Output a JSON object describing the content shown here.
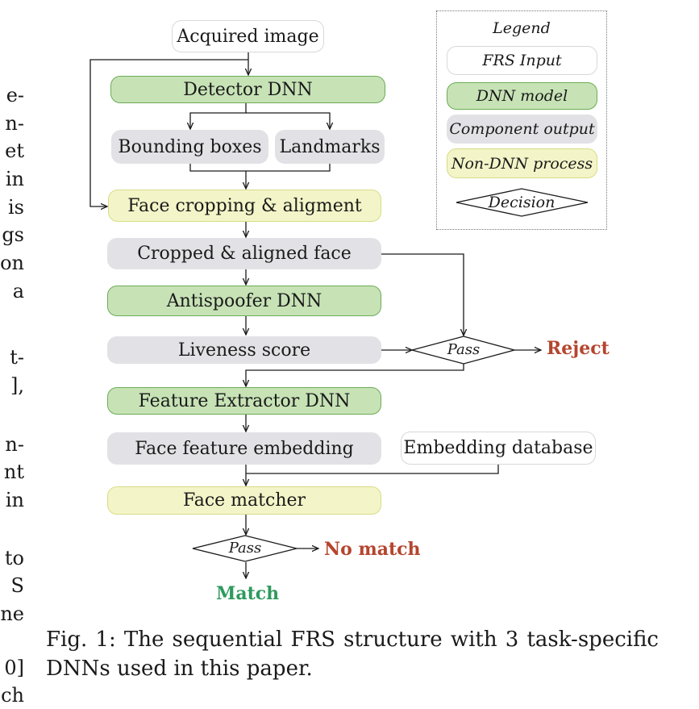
{
  "left_margin_fragments": [
    "e-",
    "n-",
    "et",
    "in",
    "is",
    "gs",
    "on",
    "a",
    "",
    "t-",
    "],",
    "",
    "n-",
    "nt",
    "in",
    "",
    "to",
    "S",
    "ne",
    "",
    "0]",
    "ch"
  ],
  "nodes": {
    "acquired_image": "Acquired image",
    "detector_dnn": "Detector DNN",
    "bounding_boxes": "Bounding boxes",
    "landmarks": "Landmarks",
    "face_cropping": "Face cropping & aligment",
    "cropped_aligned_face": "Cropped & aligned face",
    "antispoofer_dnn": "Antispoofer DNN",
    "liveness_score": "Liveness score",
    "feature_extractor_dnn": "Feature Extractor DNN",
    "face_feature_embedding": "Face feature embedding",
    "embedding_database": "Embedding database",
    "face_matcher": "Face matcher"
  },
  "decisions": {
    "pass_liveness": "Pass",
    "pass_match": "Pass"
  },
  "outcomes": {
    "reject": "Reject",
    "no_match": "No match",
    "match": "Match"
  },
  "legend": {
    "title": "Legend",
    "frs_input": "FRS Input",
    "dnn_model": "DNN model",
    "component_output": "Component output",
    "non_dnn_process": "Non-DNN process",
    "decision": "Decision"
  },
  "colors": {
    "frs_input": "#ffffff",
    "dnn_model": "#c7e3b6",
    "component_output": "#e2e2e6",
    "non_dnn_process": "#f3f5c8",
    "reject": "#b5452e",
    "no_match": "#b5452e",
    "match": "#2e9a5e"
  },
  "caption": "Fig. 1: The sequential FRS structure with 3 task-specific DNNs used in this paper."
}
